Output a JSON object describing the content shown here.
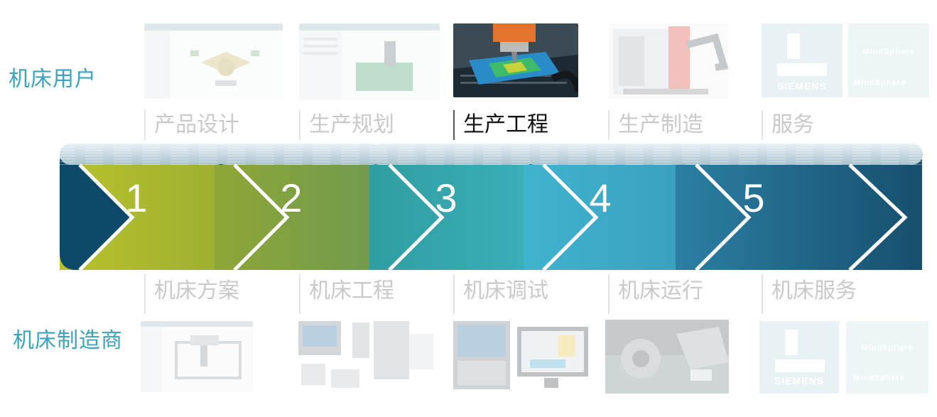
{
  "rows": {
    "user_label": "机床用户",
    "maker_label": "机床制造商"
  },
  "stages": [
    {
      "number": "1",
      "user_label": "产品设计",
      "maker_label": "机床方案",
      "color": "#aab830",
      "active": false
    },
    {
      "number": "2",
      "user_label": "生产规划",
      "maker_label": "机床工程",
      "color": "#8aa23c",
      "active": false
    },
    {
      "number": "3",
      "user_label": "生产工程",
      "maker_label": "机床调试",
      "color": "#3ea9a7",
      "active": true
    },
    {
      "number": "4",
      "user_label": "生产制造",
      "maker_label": "机床运行",
      "color": "#46b2cf",
      "active": false
    },
    {
      "number": "5",
      "user_label": "服务",
      "maker_label": "机床服务",
      "color": "#1f5f80",
      "active": false
    }
  ],
  "service_tiles": {
    "siemens": "SIEMENS",
    "mindsphere": "MindSphere"
  },
  "colors": {
    "row_label": "#3aa3bf",
    "inactive_text": "#c9c9c9",
    "active_text": "#111111",
    "ribbon_dark": "#0d4a69",
    "ribbon_top": "#b9cfd8"
  }
}
